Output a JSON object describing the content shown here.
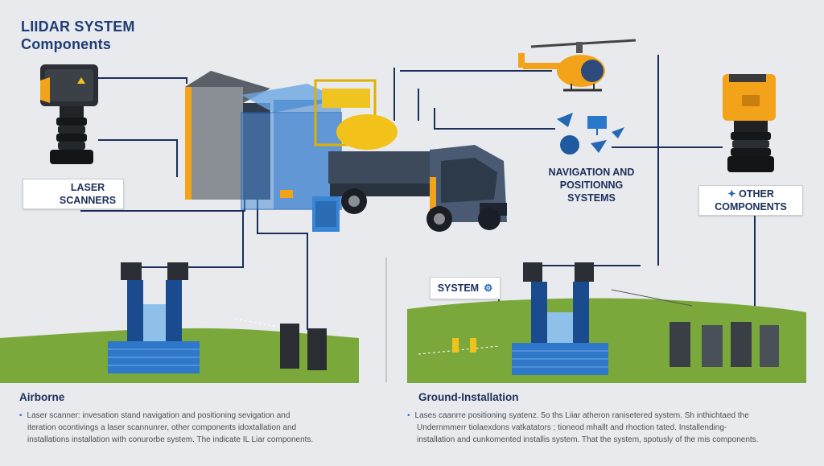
{
  "title": {
    "line1": "LIIDAR SYSTEM",
    "line2": "Components"
  },
  "labels": {
    "laser_scanners": [
      "LASER",
      "SCANNERS"
    ],
    "navigation": [
      "NAVIGATION AND",
      "POSITIONNG",
      "SYSTEMS"
    ],
    "other": [
      "OTHER",
      "COMPONENTS"
    ],
    "system": "SYSTEM"
  },
  "sections": {
    "airborne": {
      "heading": "Airborne",
      "lines": [
        "Laser scanner: invesation stand navigation and positioning sevigation and",
        "iteration ocontivings a laser scannunrer, other components idoxtallation and",
        "installations installation with conurorbe system. The indicate IL Liar components."
      ]
    },
    "ground": {
      "heading": "Ground-Installation",
      "lines": [
        "Lases caanrre positioning syatenz. 5o ths Liiar atheron ranisetered system. Sh inthichtaed the",
        "Undernmmerr tiolaexdons vatkatators ; tioneod mhallt and rhoction tated. Installending-",
        "installation and cunkomented installis system. That the system, spotusly of the mis components."
      ]
    }
  },
  "colors": {
    "navy": "#1b2f5a",
    "blue": "#1f66b8",
    "orange": "#f2a31a",
    "grass": "#7ba83b"
  }
}
